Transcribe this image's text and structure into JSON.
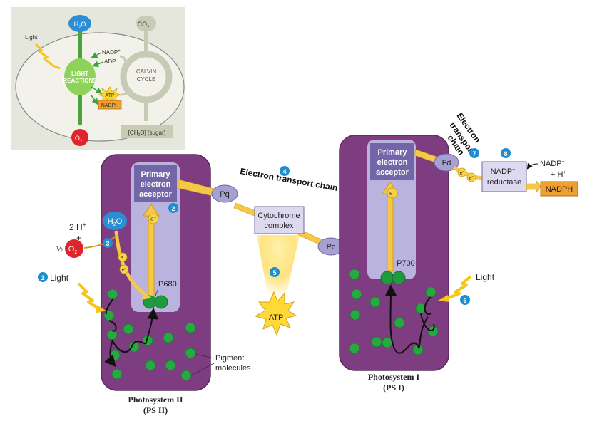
{
  "inset": {
    "h2o_main": "H",
    "h2o_sub": "2",
    "h2o_tail": "O",
    "co2_main": "CO",
    "co2_sub": "2",
    "light": "Light",
    "nadp_main": "NADP",
    "nadp_sup": "+",
    "adp": "ADP",
    "light_reactions_1": "LIGHT",
    "light_reactions_2": "REACTIONS",
    "calvin_1": "CALVIN",
    "calvin_2": "CYCLE",
    "atp": "ATP",
    "nadph": "NADPH",
    "o2_main": "O",
    "o2_sub": "2",
    "sugar": "[CH",
    "sugar_sub": "2",
    "sugar_tail": "O] (sugar)"
  },
  "ps2": {
    "acceptor_1": "Primary",
    "acceptor_2": "electron",
    "acceptor_3": "acceptor",
    "p680": "P680",
    "title_1": "Photosystem II",
    "title_2": "(PS II)",
    "water_main": "H",
    "water_sub": "2",
    "water_tail": "O",
    "hplus_main": "2 H",
    "hplus_sup": "+",
    "plus": "+",
    "half": "½",
    "o2_main": "O",
    "o2_sub": "2",
    "pigment_1": "Pigment",
    "pigment_2": "molecules"
  },
  "chain": {
    "title": "Electron transport chain",
    "pq": "Pq",
    "cyto_1": "Cytochrome",
    "cyto_2": "complex",
    "pc": "Pc",
    "atp": "ATP"
  },
  "ps1": {
    "acceptor_1": "Primary",
    "acceptor_2": "electron",
    "acceptor_3": "acceptor",
    "p700": "P700",
    "title_1": "Photosystem I",
    "title_2": "(PS I)",
    "light": "Light"
  },
  "chain2": {
    "title_1": "Electron",
    "title_2": "transport",
    "title_3": "chain",
    "fd": "Fd",
    "reductase_1": "NADP",
    "reductase_sup": "+",
    "reductase_2": "reductase",
    "nadp_in": "NADP",
    "nadp_in_sup": "+",
    "hplus": "+ H",
    "hplus_sup": "+",
    "nadph": "NADPH"
  },
  "light_main": "Light",
  "electron": "e",
  "electron_sup": "−",
  "steps": [
    "1",
    "2",
    "3",
    "4",
    "5",
    "6",
    "7",
    "8"
  ],
  "colors": {
    "purple": "#7e3d80",
    "lavender": "#b9b3dd",
    "box_lavender": "#ddd9ef",
    "acceptor": "#7265a8",
    "oval": "#a7a0d2",
    "step_blue": "#1d8fd1",
    "pigment": "#27a843",
    "yellow": "#f6c23a",
    "nadph_orange": "#f1a030"
  }
}
